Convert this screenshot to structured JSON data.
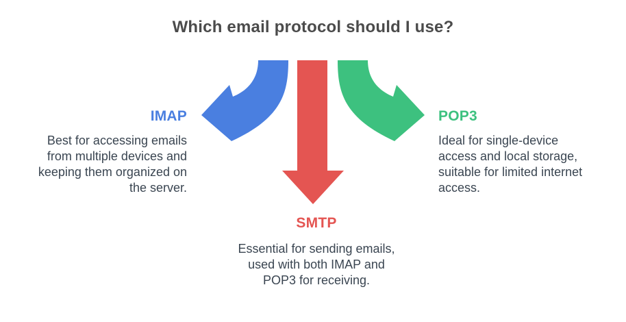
{
  "title": "Which email protocol should I use?",
  "colors": {
    "imap": "#4a7fe0",
    "smtp": "#e45552",
    "pop3": "#3dc17f",
    "title_text": "#4b4b4b",
    "body_text": "#3a4551",
    "background": "#ffffff"
  },
  "protocols": [
    {
      "id": "imap",
      "label": "IMAP",
      "description": "Best for accessing emails from multiple devices and keeping them organized on the server.",
      "arrow_icon": "curved-arrow-left"
    },
    {
      "id": "smtp",
      "label": "SMTP",
      "description": "Essential for sending emails, used with both IMAP and POP3 for receiving.",
      "arrow_icon": "straight-arrow-down"
    },
    {
      "id": "pop3",
      "label": "POP3",
      "description": "Ideal for single-device access and local storage, suitable for limited internet access.",
      "arrow_icon": "curved-arrow-right"
    }
  ]
}
